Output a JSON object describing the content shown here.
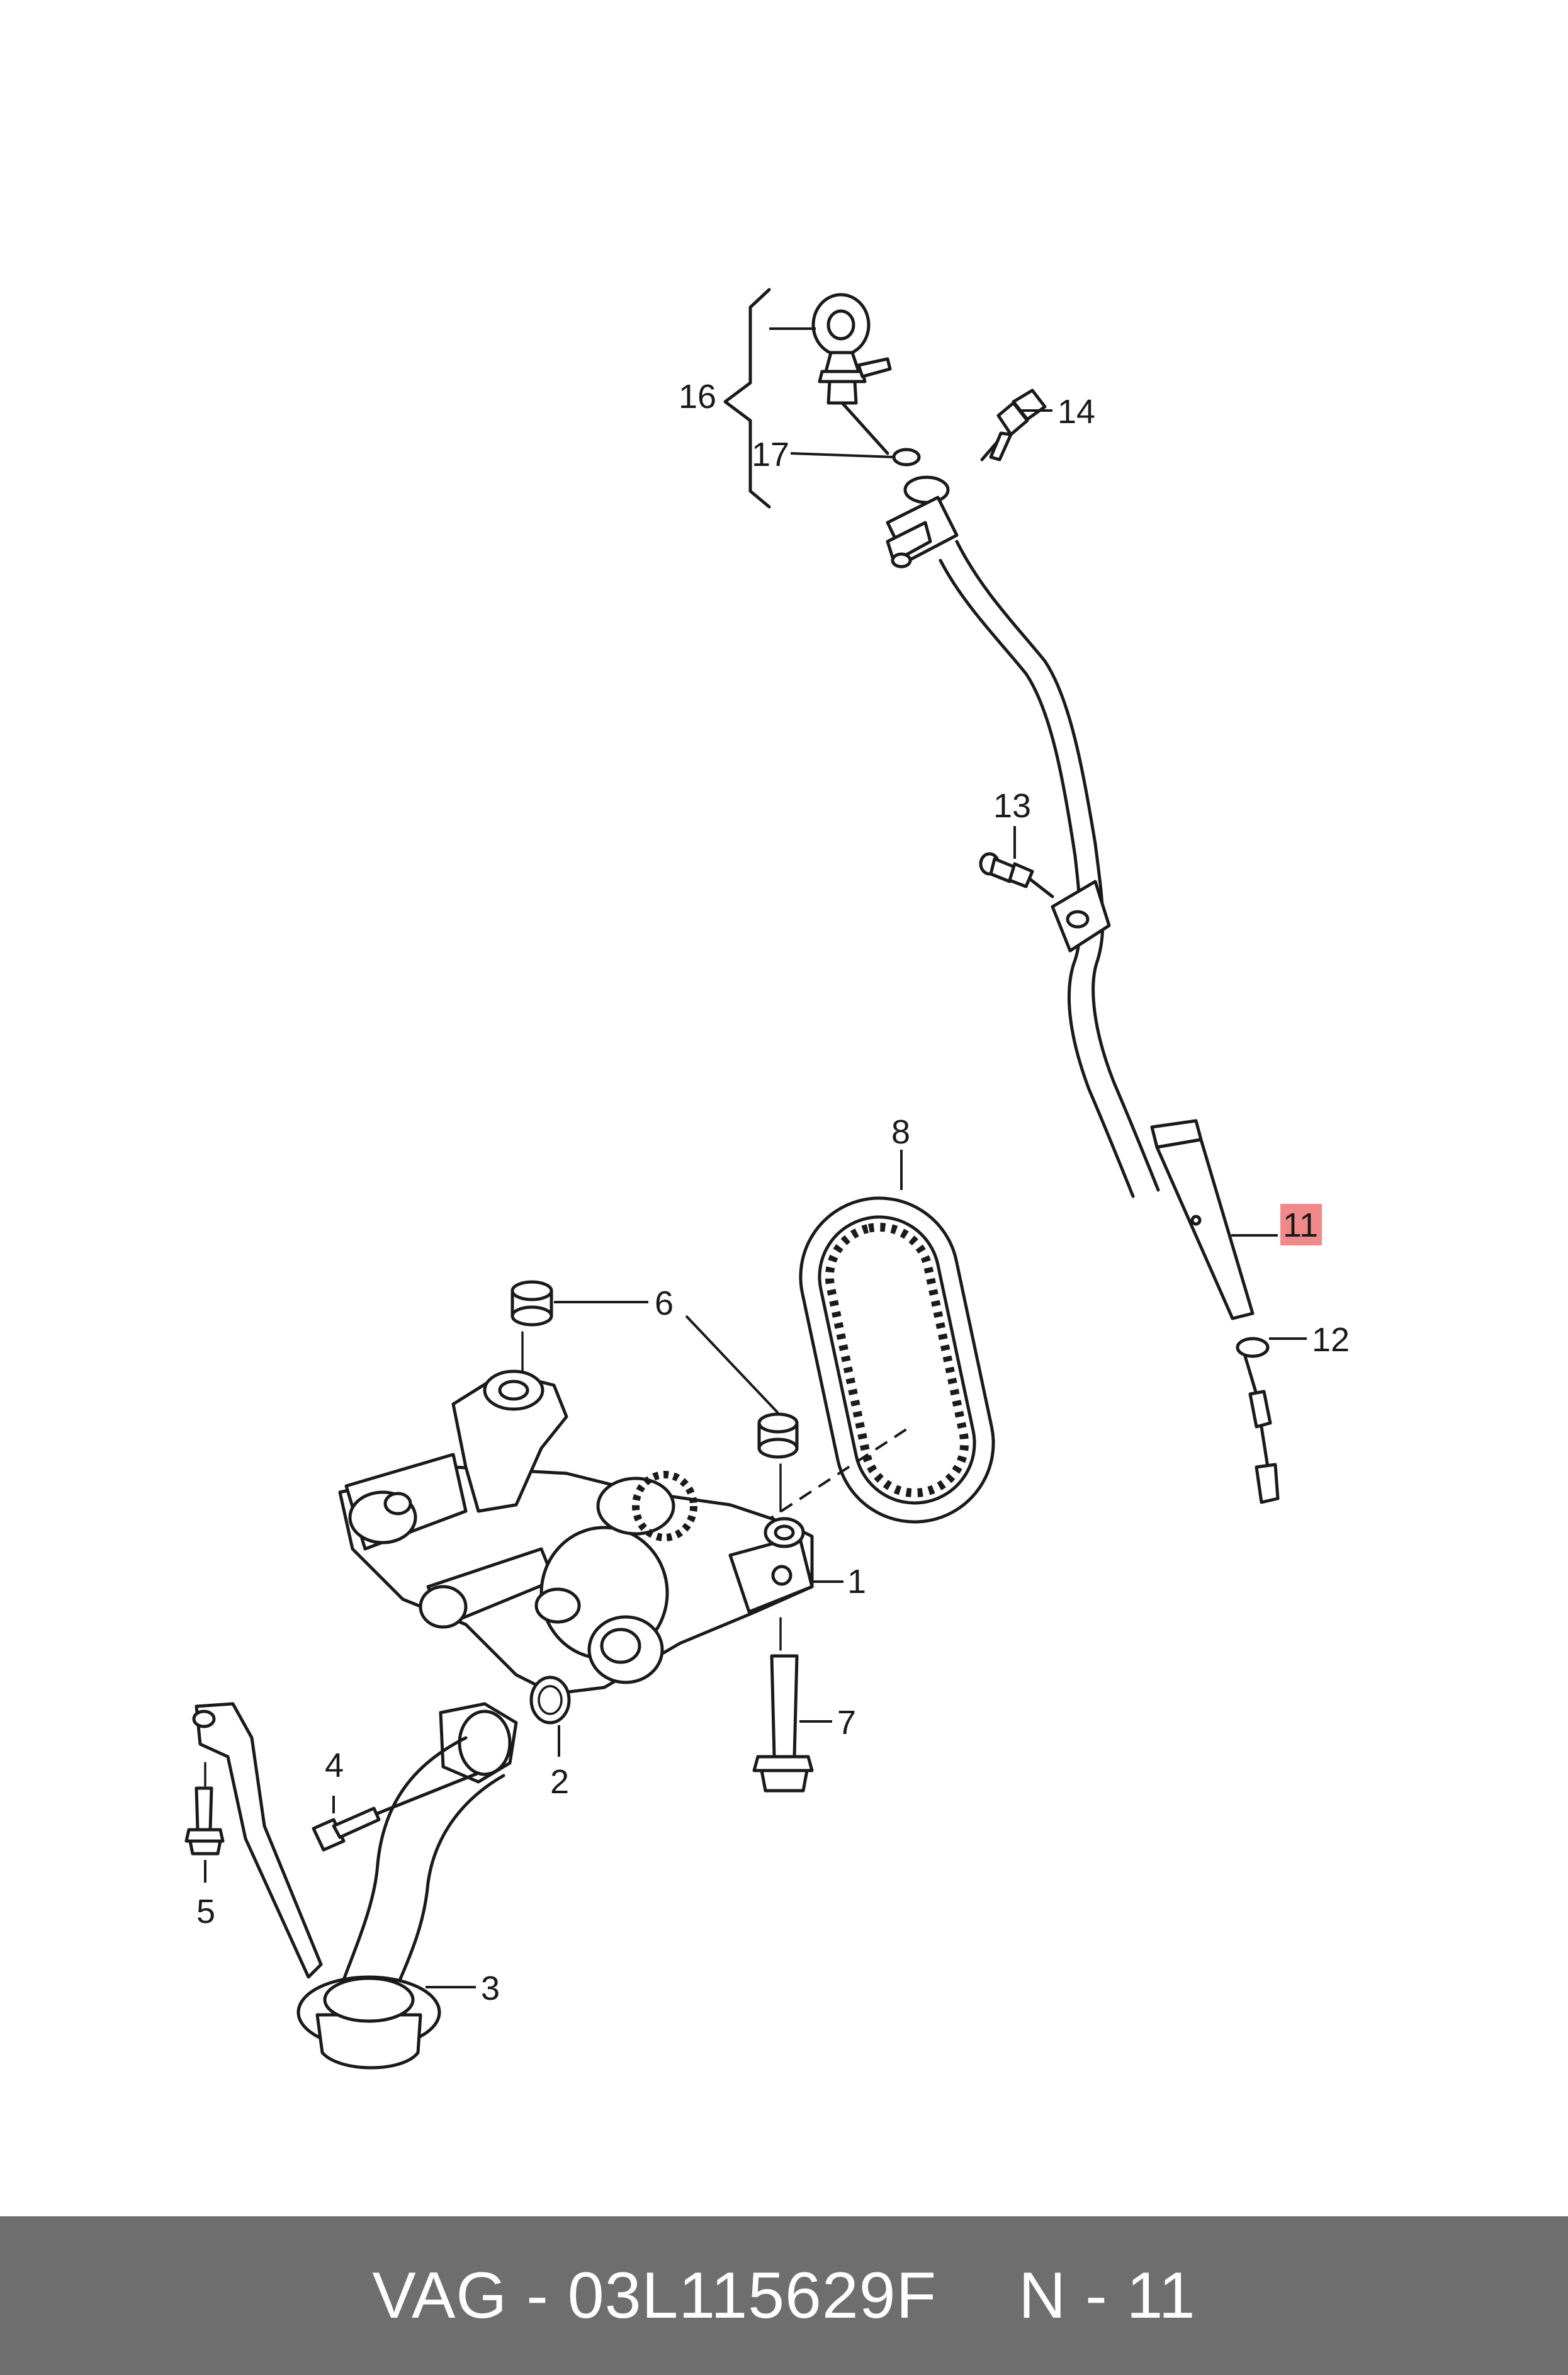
{
  "callouts": {
    "c1": "1",
    "c2": "2",
    "c3": "3",
    "c4": "4",
    "c5": "5",
    "c6": "6",
    "c7": "7",
    "c8": "8",
    "c11": "11",
    "c12": "12",
    "c13": "13",
    "c14": "14",
    "c16": "16",
    "c17": "17"
  },
  "highlight": {
    "callout": "11",
    "color": "#f08a8a"
  },
  "footer": {
    "part_number": "VAG - 03L115629F",
    "page_ref": "N - 11",
    "background": "#6e6e6e"
  }
}
